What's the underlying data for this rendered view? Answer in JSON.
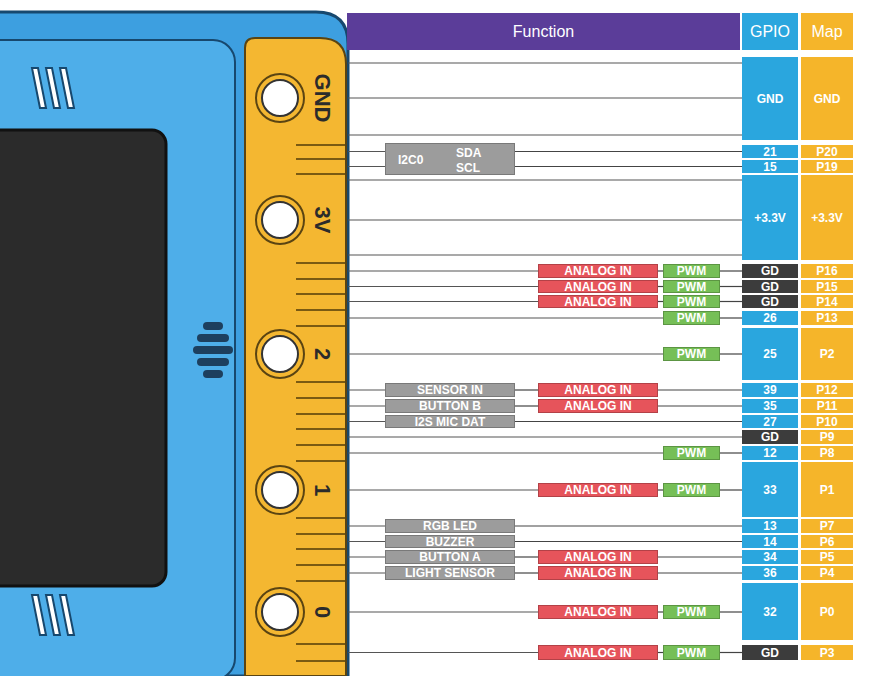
{
  "diagram": {
    "nodes": [
      {
        "text": [
          "Function"
        ]
      },
      {
        "text": [
          "GPIO"
        ]
      },
      {
        "text": [
          "Map"
        ]
      },
      {
        "text": [
          "GND"
        ]
      },
      {
        "text": [
          "GND"
        ]
      },
      {
        "text": [
          "I2C0",
          "SDA",
          "SCL"
        ]
      },
      {
        "text": [
          "21"
        ]
      },
      {
        "text": [
          "P20"
        ]
      },
      {
        "text": [
          "15"
        ]
      },
      {
        "text": [
          "P19"
        ]
      },
      {
        "text": [
          "+3.3V"
        ]
      },
      {
        "text": [
          "+3.3V"
        ]
      },
      {
        "text": [
          "ANALOG IN"
        ]
      },
      {
        "text": [
          "PWM"
        ]
      },
      {
        "text": [
          "GD"
        ]
      },
      {
        "text": [
          "P16"
        ]
      },
      {
        "text": [
          "ANALOG IN"
        ]
      },
      {
        "text": [
          "PWM"
        ]
      },
      {
        "text": [
          "GD"
        ]
      },
      {
        "text": [
          "P15"
        ]
      },
      {
        "text": [
          "ANALOG IN"
        ]
      },
      {
        "text": [
          "PWM"
        ]
      },
      {
        "text": [
          "GD"
        ]
      },
      {
        "text": [
          "P14"
        ]
      },
      {
        "text": [
          "PWM"
        ]
      },
      {
        "text": [
          "26"
        ]
      },
      {
        "text": [
          "P13"
        ]
      },
      {
        "text": [
          "PWM"
        ]
      },
      {
        "text": [
          "25"
        ]
      },
      {
        "text": [
          "P2"
        ]
      },
      {
        "text": [
          "SENSOR IN"
        ]
      },
      {
        "text": [
          "ANALOG IN"
        ]
      },
      {
        "text": [
          "39"
        ]
      },
      {
        "text": [
          "P12"
        ]
      },
      {
        "text": [
          "BUTTON B"
        ]
      },
      {
        "text": [
          "ANALOG IN"
        ]
      },
      {
        "text": [
          "35"
        ]
      },
      {
        "text": [
          "P11"
        ]
      },
      {
        "text": [
          "I2S MIC DAT"
        ]
      },
      {
        "text": [
          "27"
        ]
      },
      {
        "text": [
          "P10"
        ]
      },
      {
        "text": [
          "GD"
        ]
      },
      {
        "text": [
          "P9"
        ]
      },
      {
        "text": [
          "PWM"
        ]
      },
      {
        "text": [
          "12"
        ]
      },
      {
        "text": [
          "P8"
        ]
      },
      {
        "text": [
          "ANALOG IN"
        ]
      },
      {
        "text": [
          "PWM"
        ]
      },
      {
        "text": [
          "33"
        ]
      },
      {
        "text": [
          "P1"
        ]
      },
      {
        "text": [
          "RGB LED"
        ]
      },
      {
        "text": [
          "13"
        ]
      },
      {
        "text": [
          "P7"
        ]
      },
      {
        "text": [
          "BUZZER"
        ]
      },
      {
        "text": [
          "14"
        ]
      },
      {
        "text": [
          "P6"
        ]
      },
      {
        "text": [
          "BUTTON A"
        ]
      },
      {
        "text": [
          "ANALOG IN"
        ]
      },
      {
        "text": [
          "34"
        ]
      },
      {
        "text": [
          "P5"
        ]
      },
      {
        "text": [
          "LIGHT SENSOR"
        ]
      },
      {
        "text": [
          "ANALOG IN"
        ]
      },
      {
        "text": [
          "36"
        ]
      },
      {
        "text": [
          "P4"
        ]
      },
      {
        "text": [
          "ANALOG IN"
        ]
      },
      {
        "text": [
          "PWM"
        ]
      },
      {
        "text": [
          "32"
        ]
      },
      {
        "text": [
          "P0"
        ]
      },
      {
        "text": [
          "ANALOG IN"
        ]
      },
      {
        "text": [
          "PWM"
        ]
      },
      {
        "text": [
          "GD"
        ]
      },
      {
        "text": [
          "P3"
        ]
      }
    ],
    "edges": [
      {
        "from": 5,
        "to": 6,
        "arrow": "none"
      },
      {
        "from": 5,
        "to": 8,
        "arrow": "none"
      },
      {
        "from": 12,
        "to": 13,
        "arrow": "none"
      },
      {
        "from": 13,
        "to": 14,
        "arrow": "none"
      },
      {
        "from": 16,
        "to": 17,
        "arrow": "none"
      },
      {
        "from": 17,
        "to": 18,
        "arrow": "none"
      },
      {
        "from": 20,
        "to": 21,
        "arrow": "none"
      },
      {
        "from": 21,
        "to": 22,
        "arrow": "none"
      },
      {
        "from": 24,
        "to": 25,
        "arrow": "none"
      },
      {
        "from": 27,
        "to": 28,
        "arrow": "none"
      },
      {
        "from": 30,
        "to": 31,
        "arrow": "none"
      },
      {
        "from": 31,
        "to": 32,
        "arrow": "none"
      },
      {
        "from": 34,
        "to": 35,
        "arrow": "none"
      },
      {
        "from": 35,
        "to": 36,
        "arrow": "none"
      },
      {
        "from": 38,
        "to": 39,
        "arrow": "none"
      },
      {
        "from": 43,
        "to": 44,
        "arrow": "none"
      },
      {
        "from": 46,
        "to": 47,
        "arrow": "none"
      },
      {
        "from": 47,
        "to": 48,
        "arrow": "none"
      },
      {
        "from": 50,
        "to": 51,
        "arrow": "none"
      },
      {
        "from": 53,
        "to": 54,
        "arrow": "none"
      },
      {
        "from": 56,
        "to": 57,
        "arrow": "none"
      },
      {
        "from": 57,
        "to": 58,
        "arrow": "none"
      },
      {
        "from": 60,
        "to": 61,
        "arrow": "none"
      },
      {
        "from": 61,
        "to": 62,
        "arrow": "none"
      },
      {
        "from": 64,
        "to": 65,
        "arrow": "none"
      },
      {
        "from": 65,
        "to": 66,
        "arrow": "none"
      },
      {
        "from": 68,
        "to": 69,
        "arrow": "none"
      },
      {
        "from": 69,
        "to": 70,
        "arrow": "none"
      }
    ],
    "labels": [
      "GND",
      "3V",
      "2",
      "1",
      "0"
    ]
  }
}
